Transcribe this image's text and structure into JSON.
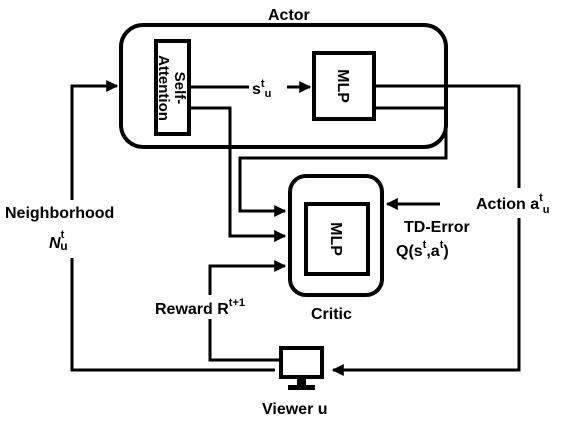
{
  "actor": {
    "title": "Actor",
    "attention_line1": "Self-",
    "attention_line2": "Attention",
    "mlp": "MLP",
    "state_s": "s",
    "state_t": "t",
    "state_u": "u"
  },
  "critic": {
    "title": "Critic",
    "mlp": "MLP"
  },
  "neighborhood": {
    "label": "Neighborhood",
    "symbol": "N",
    "sup": "t",
    "sub": "u"
  },
  "action": {
    "label": "Action a",
    "sup": "t",
    "sub": "u"
  },
  "td_error": {
    "label": "TD-Error",
    "q_prefix": "Q(s",
    "q_sup1": "t",
    "q_mid": ",a",
    "q_sup2": "t",
    "q_suffix": ")"
  },
  "reward": {
    "label": "Reward R",
    "sup": "t+1"
  },
  "viewer": {
    "label": "Viewer u",
    "icon": "monitor-icon"
  }
}
